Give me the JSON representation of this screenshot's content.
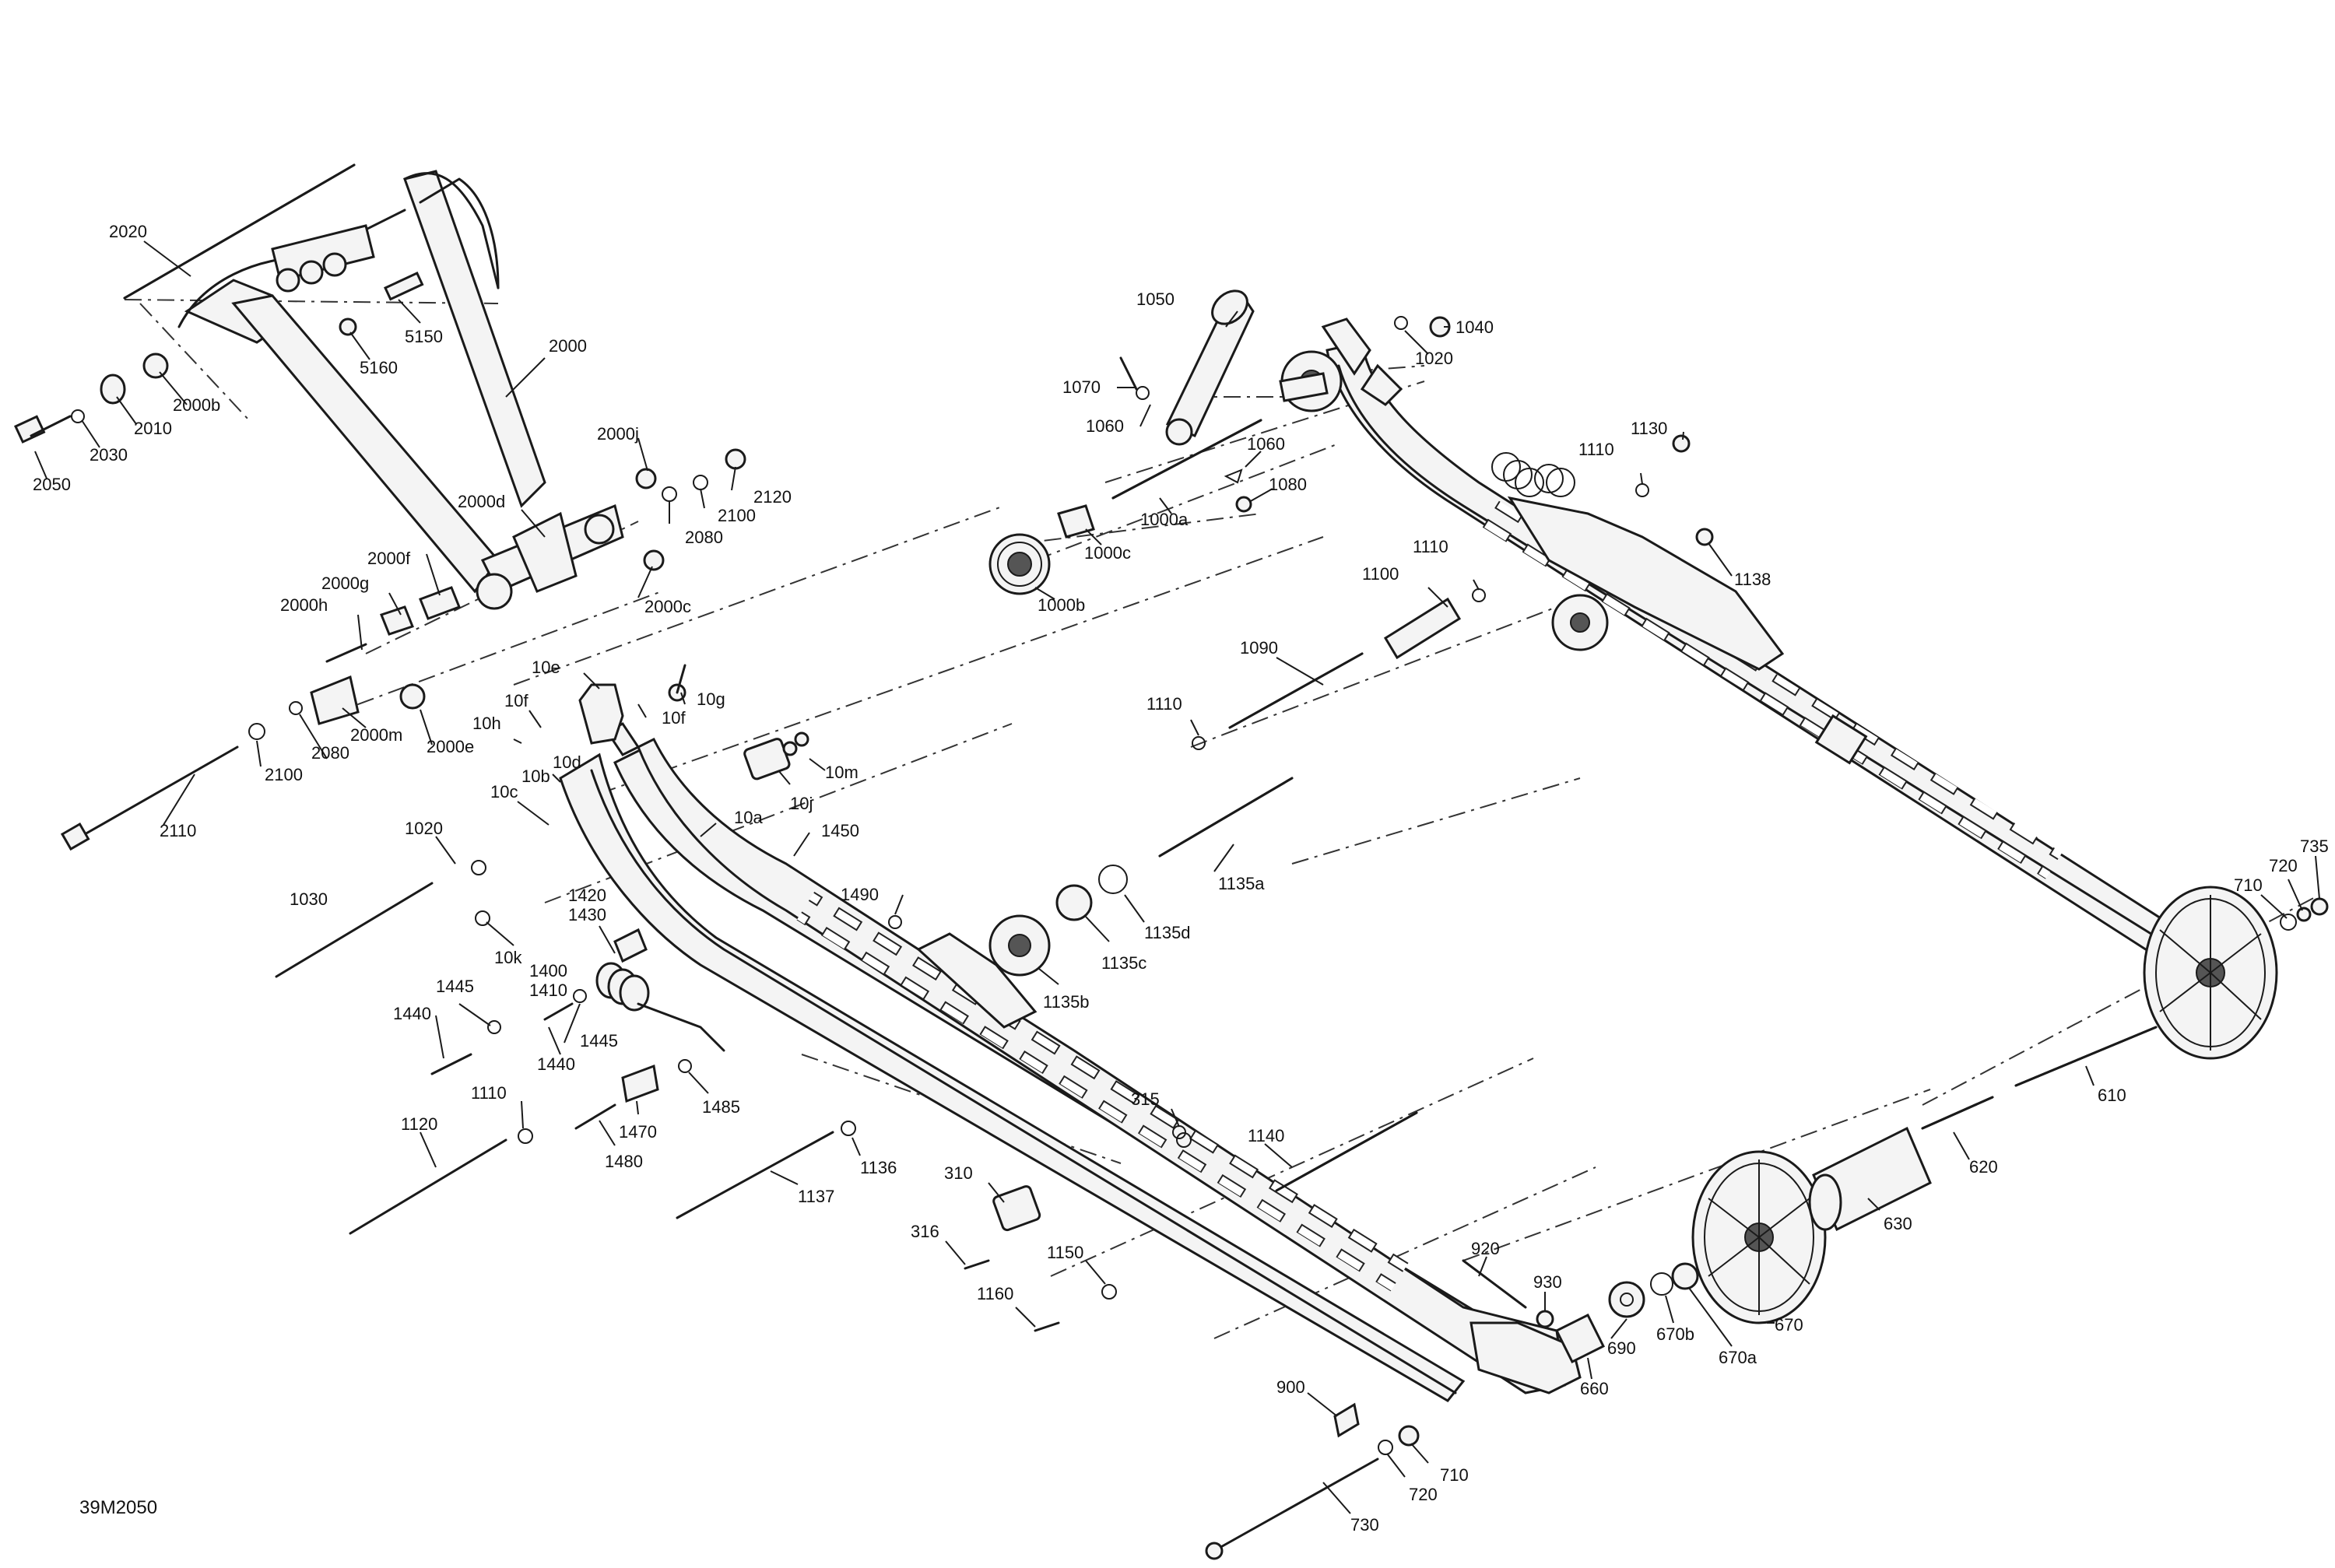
{
  "document_id": "39M2050",
  "callouts": [
    {
      "id": "c2020",
      "text": "2020"
    },
    {
      "id": "c2000b",
      "text": "2000b"
    },
    {
      "id": "c2010",
      "text": "2010"
    },
    {
      "id": "c2030",
      "text": "2030"
    },
    {
      "id": "c2050",
      "text": "2050"
    },
    {
      "id": "c5150",
      "text": "5150"
    },
    {
      "id": "c5160",
      "text": "5160"
    },
    {
      "id": "c2000",
      "text": "2000"
    },
    {
      "id": "c2000j",
      "text": "2000j"
    },
    {
      "id": "c2120",
      "text": "2120"
    },
    {
      "id": "c2100a",
      "text": "2100"
    },
    {
      "id": "c2080a",
      "text": "2080"
    },
    {
      "id": "c2000d",
      "text": "2000d"
    },
    {
      "id": "c2000c",
      "text": "2000c"
    },
    {
      "id": "c2000f",
      "text": "2000f"
    },
    {
      "id": "c2000g",
      "text": "2000g"
    },
    {
      "id": "c2000h",
      "text": "2000h"
    },
    {
      "id": "c2000m",
      "text": "2000m"
    },
    {
      "id": "c2000e",
      "text": "2000e"
    },
    {
      "id": "c2080b",
      "text": "2080"
    },
    {
      "id": "c2100b",
      "text": "2100"
    },
    {
      "id": "c2110",
      "text": "2110"
    },
    {
      "id": "c10e",
      "text": "10e"
    },
    {
      "id": "c10f1",
      "text": "10f"
    },
    {
      "id": "c10f2",
      "text": "10f"
    },
    {
      "id": "c10g",
      "text": "10g"
    },
    {
      "id": "c10h",
      "text": "10h"
    },
    {
      "id": "c10b",
      "text": "10b"
    },
    {
      "id": "c10d",
      "text": "10d"
    },
    {
      "id": "c10c",
      "text": "10c"
    },
    {
      "id": "c10a",
      "text": "10a"
    },
    {
      "id": "c10j",
      "text": "10j"
    },
    {
      "id": "c10m",
      "text": "10m"
    },
    {
      "id": "c1450",
      "text": "1450"
    },
    {
      "id": "c1020a",
      "text": "1020"
    },
    {
      "id": "c1030",
      "text": "1030"
    },
    {
      "id": "c10k",
      "text": "10k"
    },
    {
      "id": "c1420",
      "text": "1420"
    },
    {
      "id": "c1430",
      "text": "1430"
    },
    {
      "id": "c1400",
      "text": "1400"
    },
    {
      "id": "c1410",
      "text": "1410"
    },
    {
      "id": "c1445a",
      "text": "1445"
    },
    {
      "id": "c1440a",
      "text": "1440"
    },
    {
      "id": "c1445b",
      "text": "1445"
    },
    {
      "id": "c1440b",
      "text": "1440"
    },
    {
      "id": "c1490",
      "text": "1490"
    },
    {
      "id": "c1485",
      "text": "1485"
    },
    {
      "id": "c1470",
      "text": "1470"
    },
    {
      "id": "c1480",
      "text": "1480"
    },
    {
      "id": "c1110a",
      "text": "1110"
    },
    {
      "id": "c1120",
      "text": "1120"
    },
    {
      "id": "c1136",
      "text": "1136"
    },
    {
      "id": "c1137",
      "text": "1137"
    },
    {
      "id": "c1050",
      "text": "1050"
    },
    {
      "id": "c1070",
      "text": "1070"
    },
    {
      "id": "c1060a",
      "text": "1060"
    },
    {
      "id": "c1060b",
      "text": "1060"
    },
    {
      "id": "c1080",
      "text": "1080"
    },
    {
      "id": "c1000a",
      "text": "1000a"
    },
    {
      "id": "c1000c",
      "text": "1000c"
    },
    {
      "id": "c1000b",
      "text": "1000b"
    },
    {
      "id": "c1040",
      "text": "1040"
    },
    {
      "id": "c1020b",
      "text": "1020"
    },
    {
      "id": "c1110b",
      "text": "1110"
    },
    {
      "id": "c1130",
      "text": "1130"
    },
    {
      "id": "c1138",
      "text": "1138"
    },
    {
      "id": "c1110c",
      "text": "1110"
    },
    {
      "id": "c1100",
      "text": "1100"
    },
    {
      "id": "c1090",
      "text": "1090"
    },
    {
      "id": "c1110d",
      "text": "1110"
    },
    {
      "id": "c1135a",
      "text": "1135a"
    },
    {
      "id": "c1135d",
      "text": "1135d"
    },
    {
      "id": "c1135c",
      "text": "1135c"
    },
    {
      "id": "c1135b",
      "text": "1135b"
    },
    {
      "id": "c315",
      "text": "315"
    },
    {
      "id": "c1140",
      "text": "1140"
    },
    {
      "id": "c310",
      "text": "310"
    },
    {
      "id": "c316",
      "text": "316"
    },
    {
      "id": "c1150",
      "text": "1150"
    },
    {
      "id": "c1160",
      "text": "1160"
    },
    {
      "id": "c920",
      "text": "920"
    },
    {
      "id": "c930",
      "text": "930"
    },
    {
      "id": "c690",
      "text": "690"
    },
    {
      "id": "c670b",
      "text": "670b"
    },
    {
      "id": "c670a",
      "text": "670a"
    },
    {
      "id": "c660",
      "text": "660"
    },
    {
      "id": "c670",
      "text": "670"
    },
    {
      "id": "c630",
      "text": "630"
    },
    {
      "id": "c620",
      "text": "620"
    },
    {
      "id": "c610",
      "text": "610"
    },
    {
      "id": "c735",
      "text": "735"
    },
    {
      "id": "c720a",
      "text": "720"
    },
    {
      "id": "c710a",
      "text": "710"
    },
    {
      "id": "c900",
      "text": "900"
    },
    {
      "id": "c710b",
      "text": "710"
    },
    {
      "id": "c720b",
      "text": "720"
    },
    {
      "id": "c730",
      "text": "730"
    }
  ]
}
